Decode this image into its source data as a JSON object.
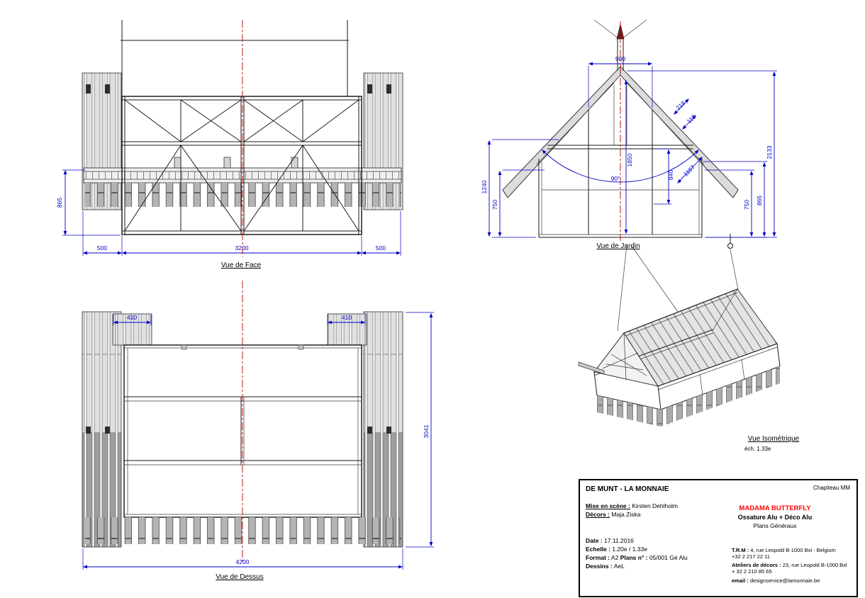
{
  "colors": {
    "dimension": "#0000c8",
    "centerline": "#b40000",
    "drawing": "#1a1a1a",
    "accent_red": "#ff0000"
  },
  "views": {
    "face": {
      "label": "Vue de Face",
      "dims": {
        "height_left": "865",
        "bottom_left": "500",
        "bottom_center": "3200",
        "bottom_right": "500"
      }
    },
    "jardin": {
      "label": "Vue de Jardin",
      "dims": {
        "d980": "980",
        "d218": "218",
        "d118": "118",
        "d1850": "1850",
        "d840": "840",
        "d1167": "1167",
        "d2133": "2133",
        "d1240": "1240",
        "d750_left": "750",
        "d750_right": "750",
        "d865": "865",
        "angle": "90°"
      }
    },
    "dessus": {
      "label": "Vue de Dessus",
      "dims": {
        "d410_left": "410",
        "d410_right": "410",
        "d3041": "3041",
        "d4200": "4200"
      }
    },
    "iso": {
      "label": "Vue Isométrique",
      "scale_note": "éch. 1.33e"
    }
  },
  "titleblock": {
    "company": "DE MUNT - LA MONNAIE",
    "project": "Chapiteau MM",
    "mise_en_scene_label": "Mise en scène :",
    "mise_en_scene": "Kirsten Dehlholm",
    "decors_label": "Décors :",
    "decors": "Maja Ziska",
    "show_title": "MADAMA BUTTERFLY",
    "material_line": "Ossature Alu + Déco Alu",
    "plans_line": "Plans Généraux",
    "date_label": "Date :",
    "date_value": "17.11.2016",
    "echelle_label": "Echelle :",
    "echelle_value": "1.20e / 1.33e",
    "format_label": "Format :",
    "format_value": "A2",
    "plans_no_label": "Plans n° :",
    "plans_no_value": "05/001 Gé Alu",
    "dessins_label": "Dessins :",
    "dessins_value": "AeL",
    "trm_label": "T.R.M :",
    "trm_value": "4, rue Leopold B-1000 Bxl - Belgium",
    "trm_phone": "+32 2 217 22 11",
    "ateliers_label": "Ateliers de décors :",
    "ateliers_value": "23, rue Leopold B-1000 Bxl",
    "ateliers_phone": "+ 32 2 210 85 65",
    "email_label": "email :",
    "email_value": "designservice@lamonnaie.be"
  }
}
